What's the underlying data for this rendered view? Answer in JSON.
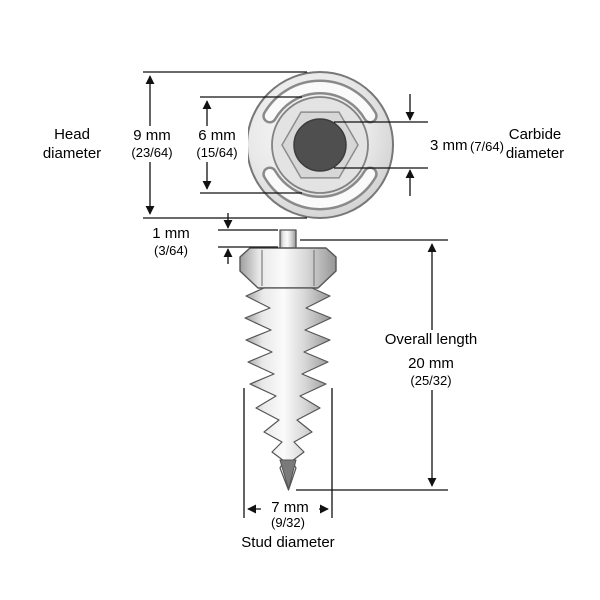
{
  "labels": {
    "head_diameter": "Head diameter",
    "carbide_diameter": "Carbide diameter",
    "stud_diameter": "Stud diameter",
    "overall_length": "Overall length"
  },
  "dimensions": {
    "head_mm": "9 mm",
    "head_frac": "(23/64)",
    "inner_mm": "6 mm",
    "inner_frac": "(15/64)",
    "carbide_mm": "3 mm",
    "carbide_frac": "(7/64)",
    "pin_mm": "1 mm",
    "pin_frac": "(3/64)",
    "overall_mm": "20 mm",
    "overall_frac": "(25/32)",
    "stud_mm": "7 mm",
    "stud_frac": "(9/32)"
  },
  "colors": {
    "line": "#111111",
    "carbide": "#4f4f4f",
    "metal_edge": "#969696",
    "metal_light": "#fbfbfb",
    "outline": "#555555"
  }
}
